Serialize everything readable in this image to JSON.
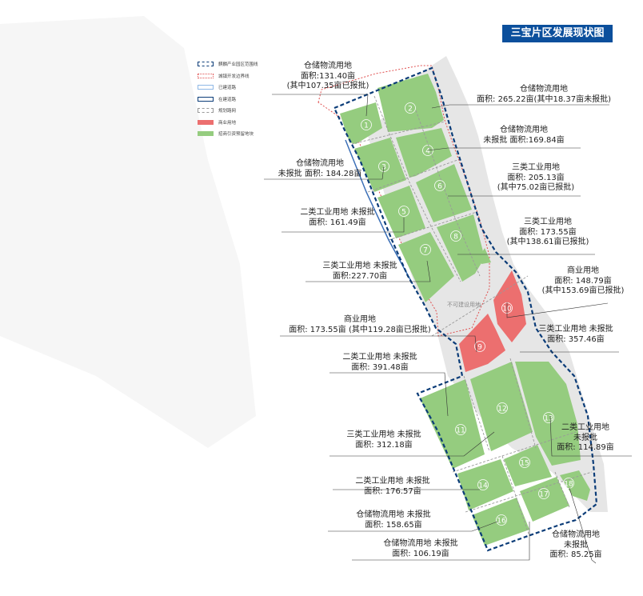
{
  "title": "三宝片区发展现状图",
  "legend": [
    {
      "label": "麒麟产业园区范围线",
      "symbol": "navy-dashed-box"
    },
    {
      "label": "城镇开发边界线",
      "symbol": "red-dotted-box"
    },
    {
      "label": "已建道路",
      "symbol": "lightblue-box"
    },
    {
      "label": "在建道路",
      "symbol": "blue-box"
    },
    {
      "label": "规划路网",
      "symbol": "gray-dashed-box"
    },
    {
      "label": "商业用地",
      "symbol": "red-fill"
    },
    {
      "label": "招商引资预留地块",
      "symbol": "green-fill"
    }
  ],
  "parcels": [
    {
      "no": "1",
      "type": "green"
    },
    {
      "no": "2",
      "type": "green"
    },
    {
      "no": "3",
      "type": "green"
    },
    {
      "no": "4",
      "type": "green"
    },
    {
      "no": "5",
      "type": "green"
    },
    {
      "no": "6",
      "type": "green"
    },
    {
      "no": "7",
      "type": "green"
    },
    {
      "no": "8",
      "type": "green"
    },
    {
      "no": "9",
      "type": "red"
    },
    {
      "no": "10",
      "type": "red"
    },
    {
      "no": "11",
      "type": "green"
    },
    {
      "no": "12",
      "type": "green"
    },
    {
      "no": "13",
      "type": "green"
    },
    {
      "no": "14",
      "type": "green"
    },
    {
      "no": "15",
      "type": "green"
    },
    {
      "no": "16",
      "type": "green"
    },
    {
      "no": "17",
      "type": "green"
    },
    {
      "no": "18",
      "type": "green"
    }
  ],
  "map_label": "不可建设用地",
  "annotations": [
    {
      "lines": [
        "仓储物流用地",
        "面积:131.40亩",
        "(其中107.35亩已报批)"
      ]
    },
    {
      "lines": [
        "仓储物流用地",
        "面积: 265.22亩(其中18.37亩未报批)"
      ]
    },
    {
      "lines": [
        "仓储物流用地",
        "未报批 面积:169.84亩"
      ]
    },
    {
      "lines": [
        "仓储物流用地",
        "未报批 面积: 184.28亩"
      ]
    },
    {
      "lines": [
        "三类工业用地",
        "面积: 205.13亩",
        "(其中75.02亩已报批)"
      ]
    },
    {
      "lines": [
        "二类工业用地 未报批",
        "面积: 161.49亩"
      ]
    },
    {
      "lines": [
        "三类工业用地",
        "面积: 173.55亩",
        "(其中138.61亩已报批)"
      ]
    },
    {
      "lines": [
        "三类工业用地 未报批",
        "面积:227.70亩"
      ]
    },
    {
      "lines": [
        "商业用地",
        "面积: 148.79亩",
        "(其中153.69亩已报批)"
      ]
    },
    {
      "lines": [
        "商业用地",
        "面积: 173.55亩 (其中119.28亩已报批)"
      ]
    },
    {
      "lines": [
        "三类工业用地 未报批",
        "面积: 357.46亩"
      ]
    },
    {
      "lines": [
        "二类工业用地 未报批",
        "面积: 391.48亩"
      ]
    },
    {
      "lines": [
        "二类工业用地",
        "未报批",
        "面积: 114.89亩"
      ]
    },
    {
      "lines": [
        "三类工业用地 未报批",
        "面积: 312.18亩"
      ]
    },
    {
      "lines": [
        "二类工业用地 未报批",
        "面积: 176.57亩"
      ]
    },
    {
      "lines": [
        "仓储物流用地 未报批",
        "面积: 158.65亩"
      ]
    },
    {
      "lines": [
        "仓储物流用地 未报批",
        "面积: 106.19亩"
      ]
    },
    {
      "lines": [
        "仓储物流用地",
        "未报批",
        "面积: 85.25亩"
      ]
    }
  ],
  "colors": {
    "green": "#95cc7f",
    "red": "#ec6f6f",
    "navy": "#0b3c78",
    "title_bg": "#0b4f9c",
    "gray_land": "#e6e6e6"
  }
}
